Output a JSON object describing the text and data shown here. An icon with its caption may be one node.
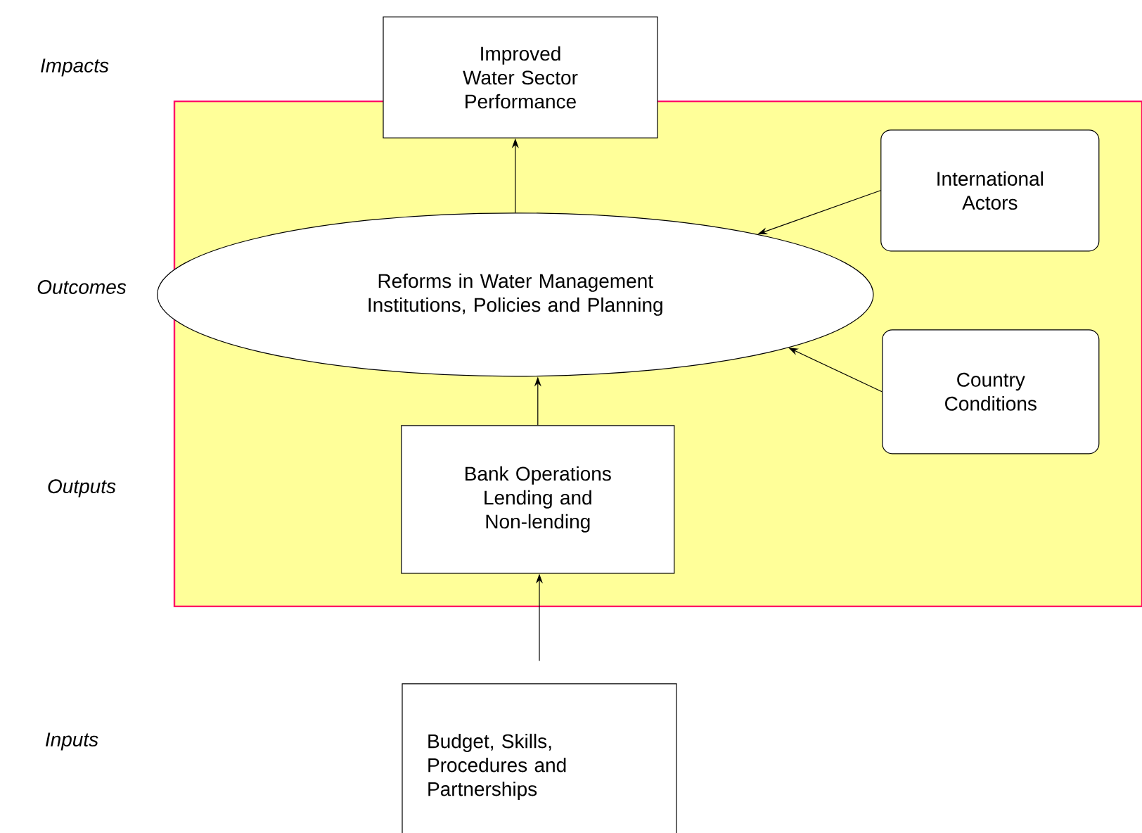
{
  "diagram": {
    "nodes": [
      {
        "text": [],
        "shape": "box"
      },
      {
        "text": [
          "Improved Water Sector Performance"
        ]
      },
      {
        "text": [
          "International Actors"
        ],
        "in": 0
      },
      {
        "text": [
          "Reforms in Water Management Institutions, Policies and Planning"
        ],
        "in": 0
      },
      {
        "text": [
          "Country Conditions"
        ],
        "in": 0
      },
      {
        "text": [
          "Bank Operations Lending and Non-lending"
        ],
        "in": 0
      },
      {
        "text": [
          "Budget, Skills, Procedures and Partnerships"
        ]
      }
    ],
    "edges": [
      {
        "from": 3,
        "to": 1,
        "arrow": "to"
      },
      {
        "from": 2,
        "to": 3,
        "arrow": "to"
      },
      {
        "from": 4,
        "to": 3,
        "arrow": "to"
      },
      {
        "from": 5,
        "to": 3,
        "arrow": "to"
      },
      {
        "from": 6,
        "to": 5,
        "arrow": "to"
      }
    ],
    "labels": [
      "Impacts",
      "Outcomes",
      "Outputs",
      "Inputs"
    ]
  }
}
